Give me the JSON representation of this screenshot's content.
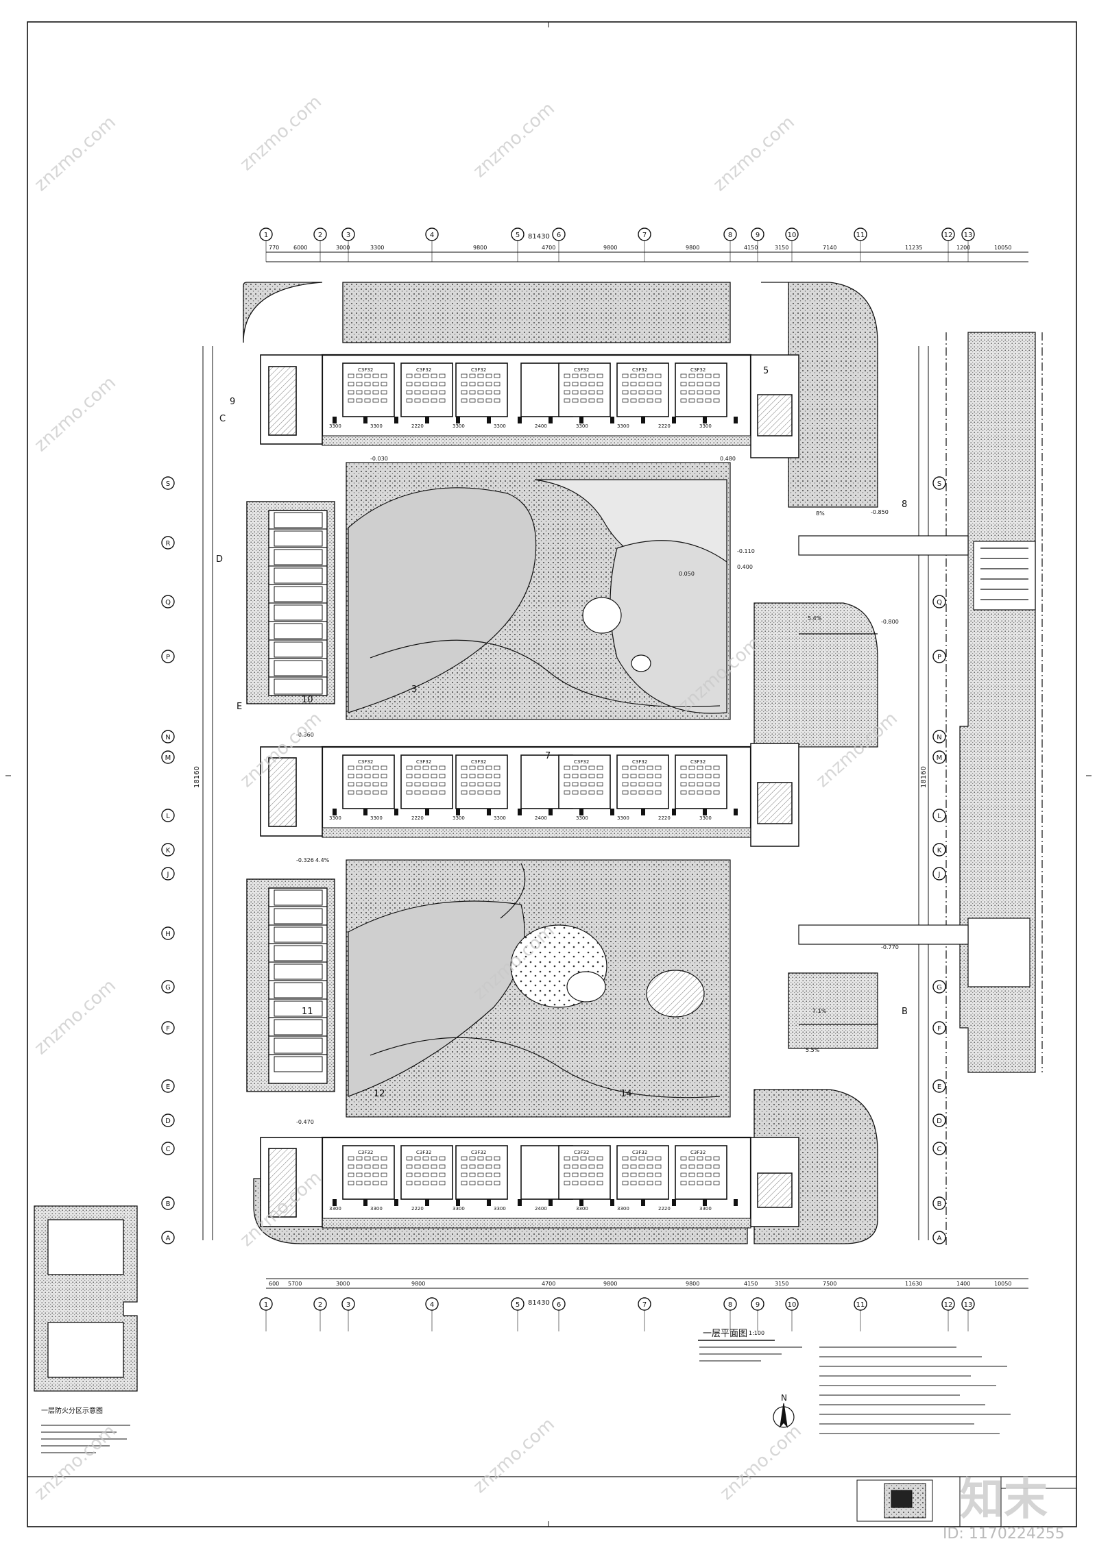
{
  "drawing": {
    "overall_dimension_top": "81430",
    "overall_dimension_bottom": "81430",
    "grid_columns": [
      "1",
      "2",
      "3",
      "4",
      "5",
      "6",
      "7",
      "8",
      "9",
      "10",
      "11",
      "12",
      "13"
    ],
    "grid_rows": [
      "A",
      "B",
      "C",
      "D",
      "E",
      "F",
      "G",
      "H",
      "J",
      "K",
      "L",
      "M",
      "N",
      "P",
      "Q",
      "R",
      "S"
    ],
    "top_dimensions": [
      "770",
      "6000",
      "3000",
      "3300",
      "9800",
      "4700",
      "9800",
      "9800",
      "4150",
      "3150",
      "7140",
      "11235",
      "1200",
      "10050"
    ],
    "bottom_dimensions": [
      "600",
      "5700",
      "3000",
      "9800",
      "4700",
      "9800",
      "9800",
      "4150",
      "3150",
      "7500",
      "11630",
      "1400",
      "10050"
    ],
    "left_total": "18160",
    "right_total": "18160",
    "classroom_tags": [
      "C3F32",
      "C3F32",
      "C3F32",
      "C3F32",
      "C3F32",
      "C3F32"
    ],
    "room_widths": [
      "3300",
      "3300",
      "2220",
      "3300",
      "3300",
      "2400",
      "3300",
      "3300",
      "2220",
      "3300"
    ],
    "zone_labels": [
      "9",
      "C",
      "D",
      "E",
      "10",
      "11",
      "12",
      "14",
      "7",
      "5",
      "8",
      "B",
      "3"
    ],
    "elevation_marks": [
      "-0.030",
      "0.400",
      "-0.850",
      "-0.110",
      "0.480",
      "-0.326",
      "-0.470",
      "-0.770",
      "-0.800",
      "-0.360",
      "0.050"
    ],
    "slope_marks": [
      "4.4%",
      "5.4%",
      "7.1%",
      "5.5%",
      "8%"
    ]
  },
  "title_block": {
    "plan_title": "一层平面图",
    "plan_scale": "1:100",
    "north_label": "N",
    "legend_title": "一层防火分区示意图",
    "notes_count": 10
  },
  "watermark": {
    "site": "znzmo.com",
    "brand": "知末",
    "image_id": "ID: 1170224255"
  },
  "colors": {
    "line": "#111111",
    "hatch": "#9a9a9a",
    "watermark": "#c9c9c9"
  }
}
